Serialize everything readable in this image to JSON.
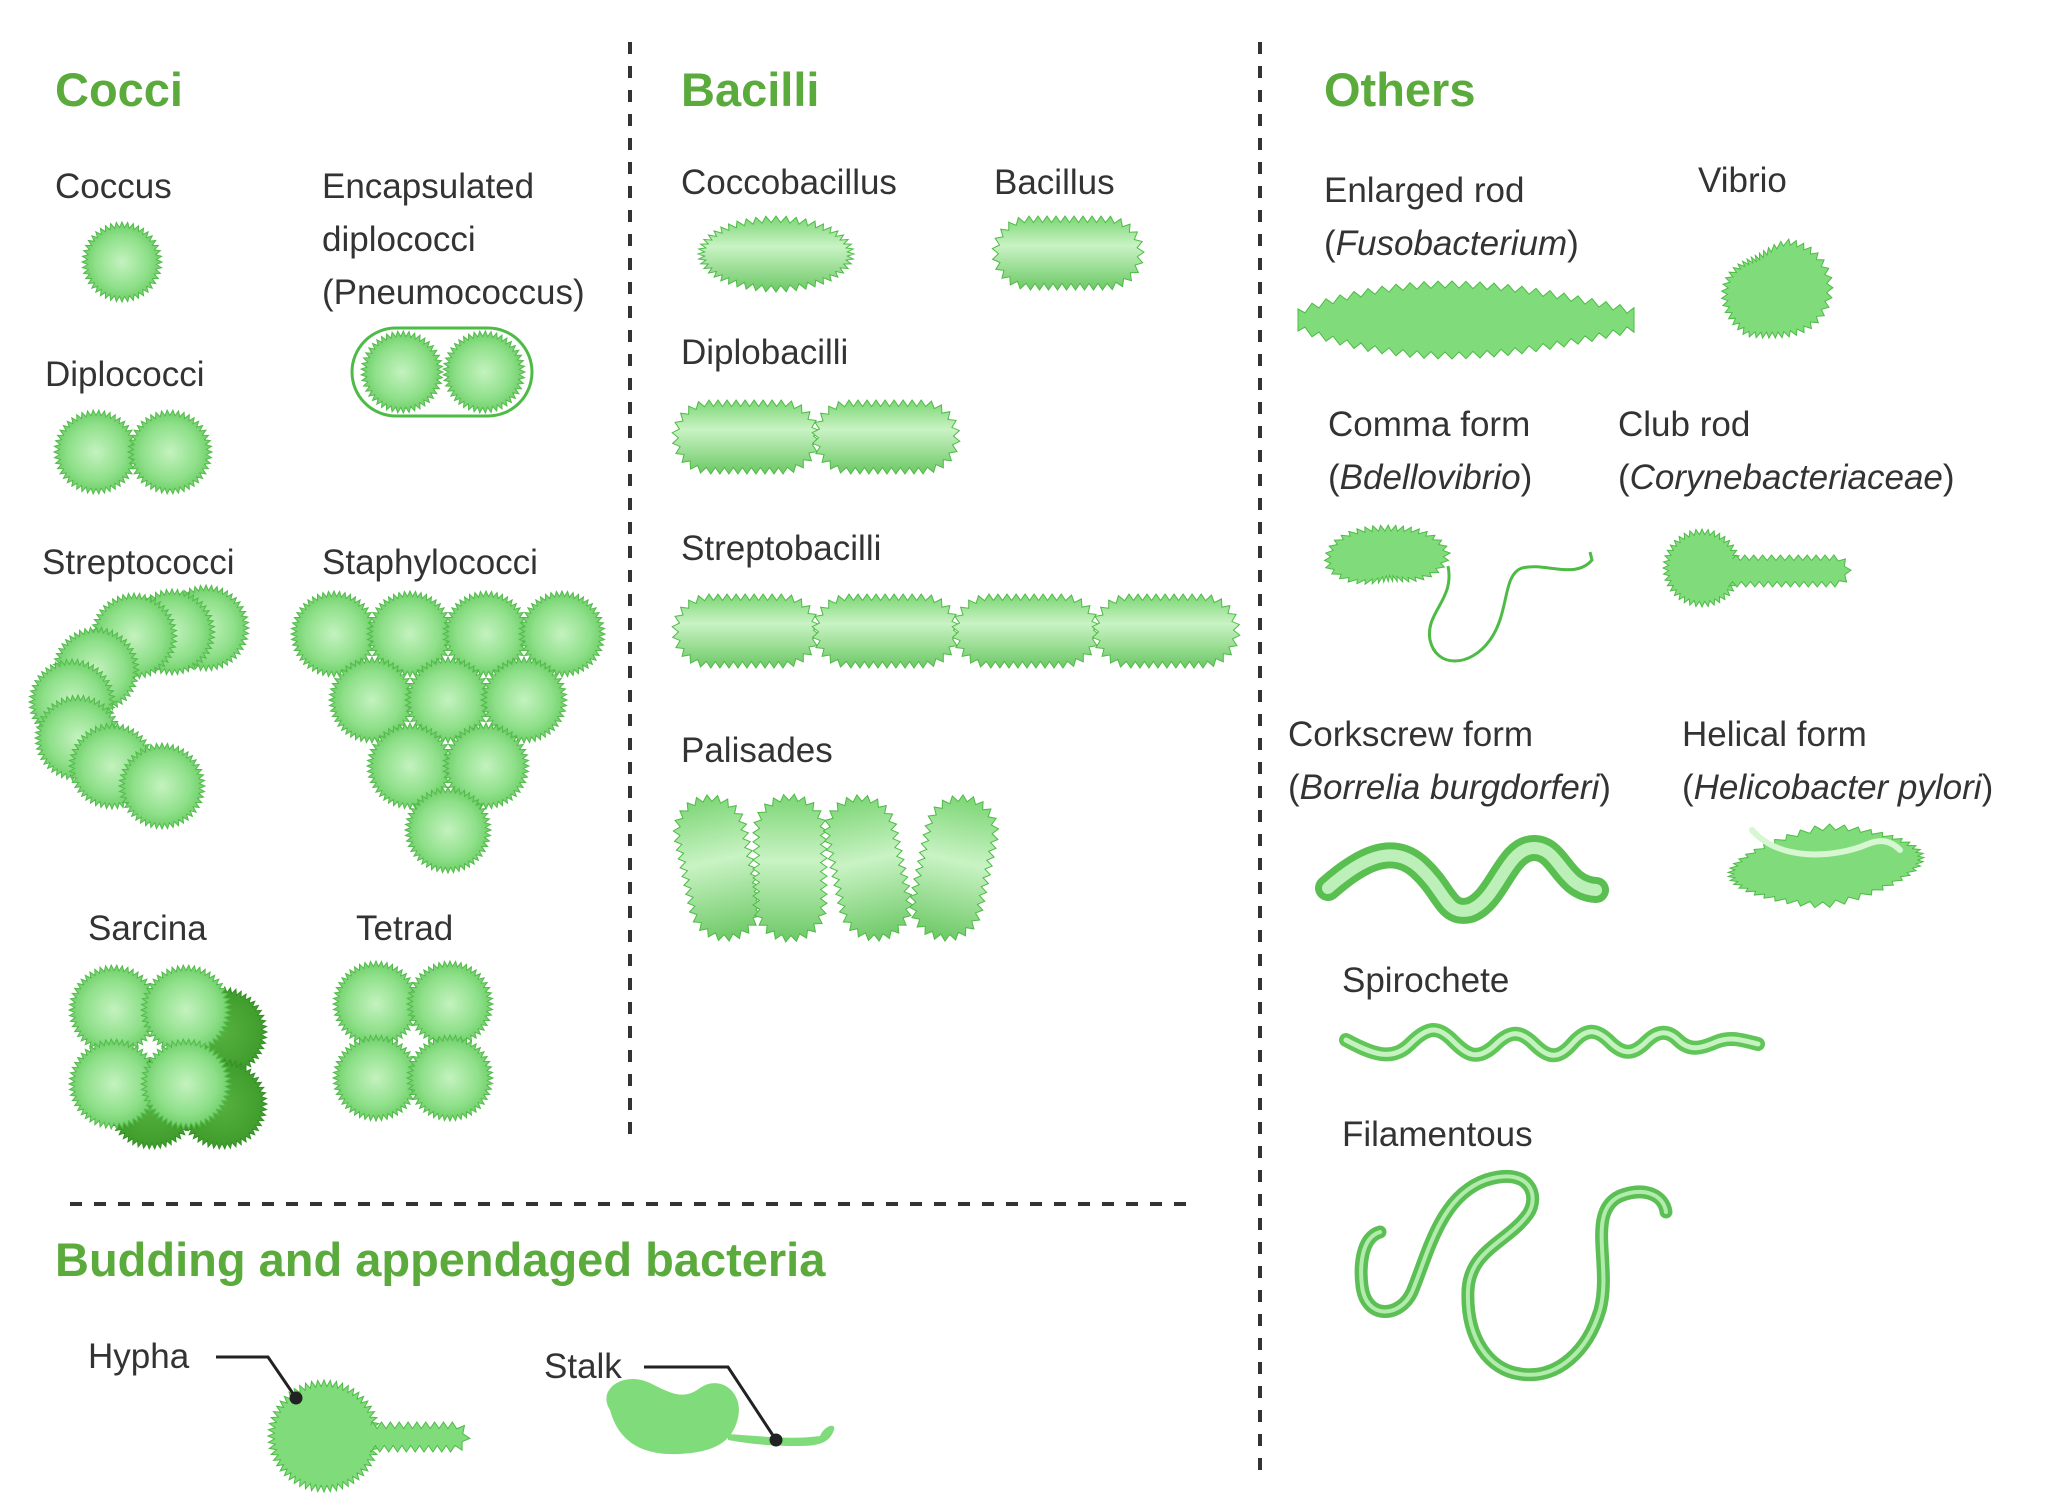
{
  "sections": {
    "cocci": "Cocci",
    "bacilli": "Bacilli",
    "others": "Others",
    "budding": "Budding and appendaged bacteria"
  },
  "labels": {
    "coccus": "Coccus",
    "encapsulated_1": "Encapsulated",
    "encapsulated_2": "diplococci",
    "encapsulated_3": "(Pneumococcus)",
    "diplococci": "Diplococci",
    "streptococci": "Streptococci",
    "staphylococci": "Staphylococci",
    "sarcina": "Sarcina",
    "tetrad": "Tetrad",
    "coccobacillus": "Coccobacillus",
    "bacillus": "Bacillus",
    "diplobacilli": "Diplobacilli",
    "streptobacilli": "Streptobacilli",
    "palisades": "Palisades",
    "enlarged_rod": "Enlarged rod",
    "enlarged_rod_example": "Fusobacterium",
    "vibrio": "Vibrio",
    "comma_form": "Comma form",
    "comma_form_example": "Bdellovibrio",
    "club_rod": "Club rod",
    "club_rod_example": "Corynebacteriaceae",
    "corkscrew_form": "Corkscrew form",
    "corkscrew_form_example": "Borrelia burgdorferi",
    "helical_form": "Helical form",
    "helical_form_example": "Helicobacter pylori",
    "spirochete": "Spirochete",
    "filamentous": "Filamentous",
    "hypha": "Hypha",
    "stalk": "Stalk"
  },
  "punct": {
    "open": "(",
    "close": ")"
  },
  "colors": {
    "heading": "#5aaa3c",
    "text": "#333333",
    "cell_fill": "#7fd97a",
    "cell_edge": "#4dbb45",
    "cell_dark": "#3f9e2c",
    "divider": "#333333"
  },
  "icons": [
    "coccus-icon",
    "bacillus-icon",
    "spiral-icon",
    "filament-icon"
  ]
}
